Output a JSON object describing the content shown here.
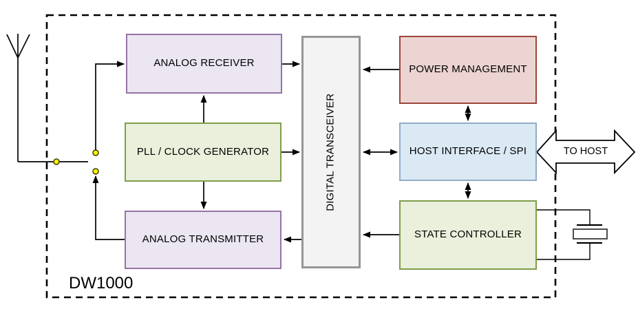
{
  "diagram": {
    "chip_label": "DW1000",
    "host_arrow_label": "TO HOST",
    "blocks": {
      "analog_receiver": {
        "label": "ANALOG RECEIVER"
      },
      "pll_clock_generator": {
        "label": "PLL / CLOCK GENERATOR"
      },
      "analog_transmitter": {
        "label": "ANALOG TRANSMITTER"
      },
      "digital_transceiver": {
        "label": "DIGITAL TRANSCEIVER"
      },
      "power_management": {
        "label": "POWER MANAGEMENT"
      },
      "host_interface_spi": {
        "label": "HOST INTERFACE / SPI"
      },
      "state_controller": {
        "label": "STATE CONTROLLER"
      }
    },
    "icons": {
      "antenna": "antenna-symbol",
      "rf_switch": "switch-contact-dots",
      "crystal": "crystal-oscillator-symbol",
      "to_host": "double-headed-hollow-arrow"
    },
    "connections": [
      {
        "from": "antenna-switch",
        "to": "analog_receiver",
        "type": "arrow"
      },
      {
        "from": "analog_receiver",
        "to": "digital_transceiver",
        "type": "arrow"
      },
      {
        "from": "pll_clock_generator",
        "to": "analog_receiver",
        "type": "arrow"
      },
      {
        "from": "pll_clock_generator",
        "to": "digital_transceiver",
        "type": "arrow"
      },
      {
        "from": "pll_clock_generator",
        "to": "analog_transmitter",
        "type": "arrow"
      },
      {
        "from": "digital_transceiver",
        "to": "analog_transmitter",
        "type": "arrow"
      },
      {
        "from": "analog_transmitter",
        "to": "antenna-switch",
        "type": "arrow"
      },
      {
        "from": "power_management",
        "to": "digital_transceiver",
        "type": "arrow"
      },
      {
        "from": "power_management",
        "to": "host_interface_spi",
        "type": "double-arrow"
      },
      {
        "from": "digital_transceiver",
        "to": "host_interface_spi",
        "type": "double-arrow"
      },
      {
        "from": "host_interface_spi",
        "to": "state_controller",
        "type": "double-arrow"
      },
      {
        "from": "state_controller",
        "to": "digital_transceiver",
        "type": "arrow"
      },
      {
        "from": "state_controller",
        "to": "crystal",
        "type": "wire"
      },
      {
        "from": "host_interface_spi",
        "to": "host",
        "type": "hollow-double-arrow"
      }
    ],
    "colors": {
      "purple_fill": "#EBE6F2",
      "purple_stroke": "#9673A6",
      "green_fill": "#EAF0DB",
      "green_stroke": "#7F9D4A",
      "gray_fill": "#F3F3F3",
      "gray_stroke": "#969696",
      "red_fill": "#ECD4D3",
      "red_stroke": "#9C453C",
      "blue_fill": "#DAE9F3",
      "blue_stroke": "#92ACC9",
      "line": "#000000",
      "node_fill": "#FFF200",
      "background": "#FFFFFF"
    }
  }
}
